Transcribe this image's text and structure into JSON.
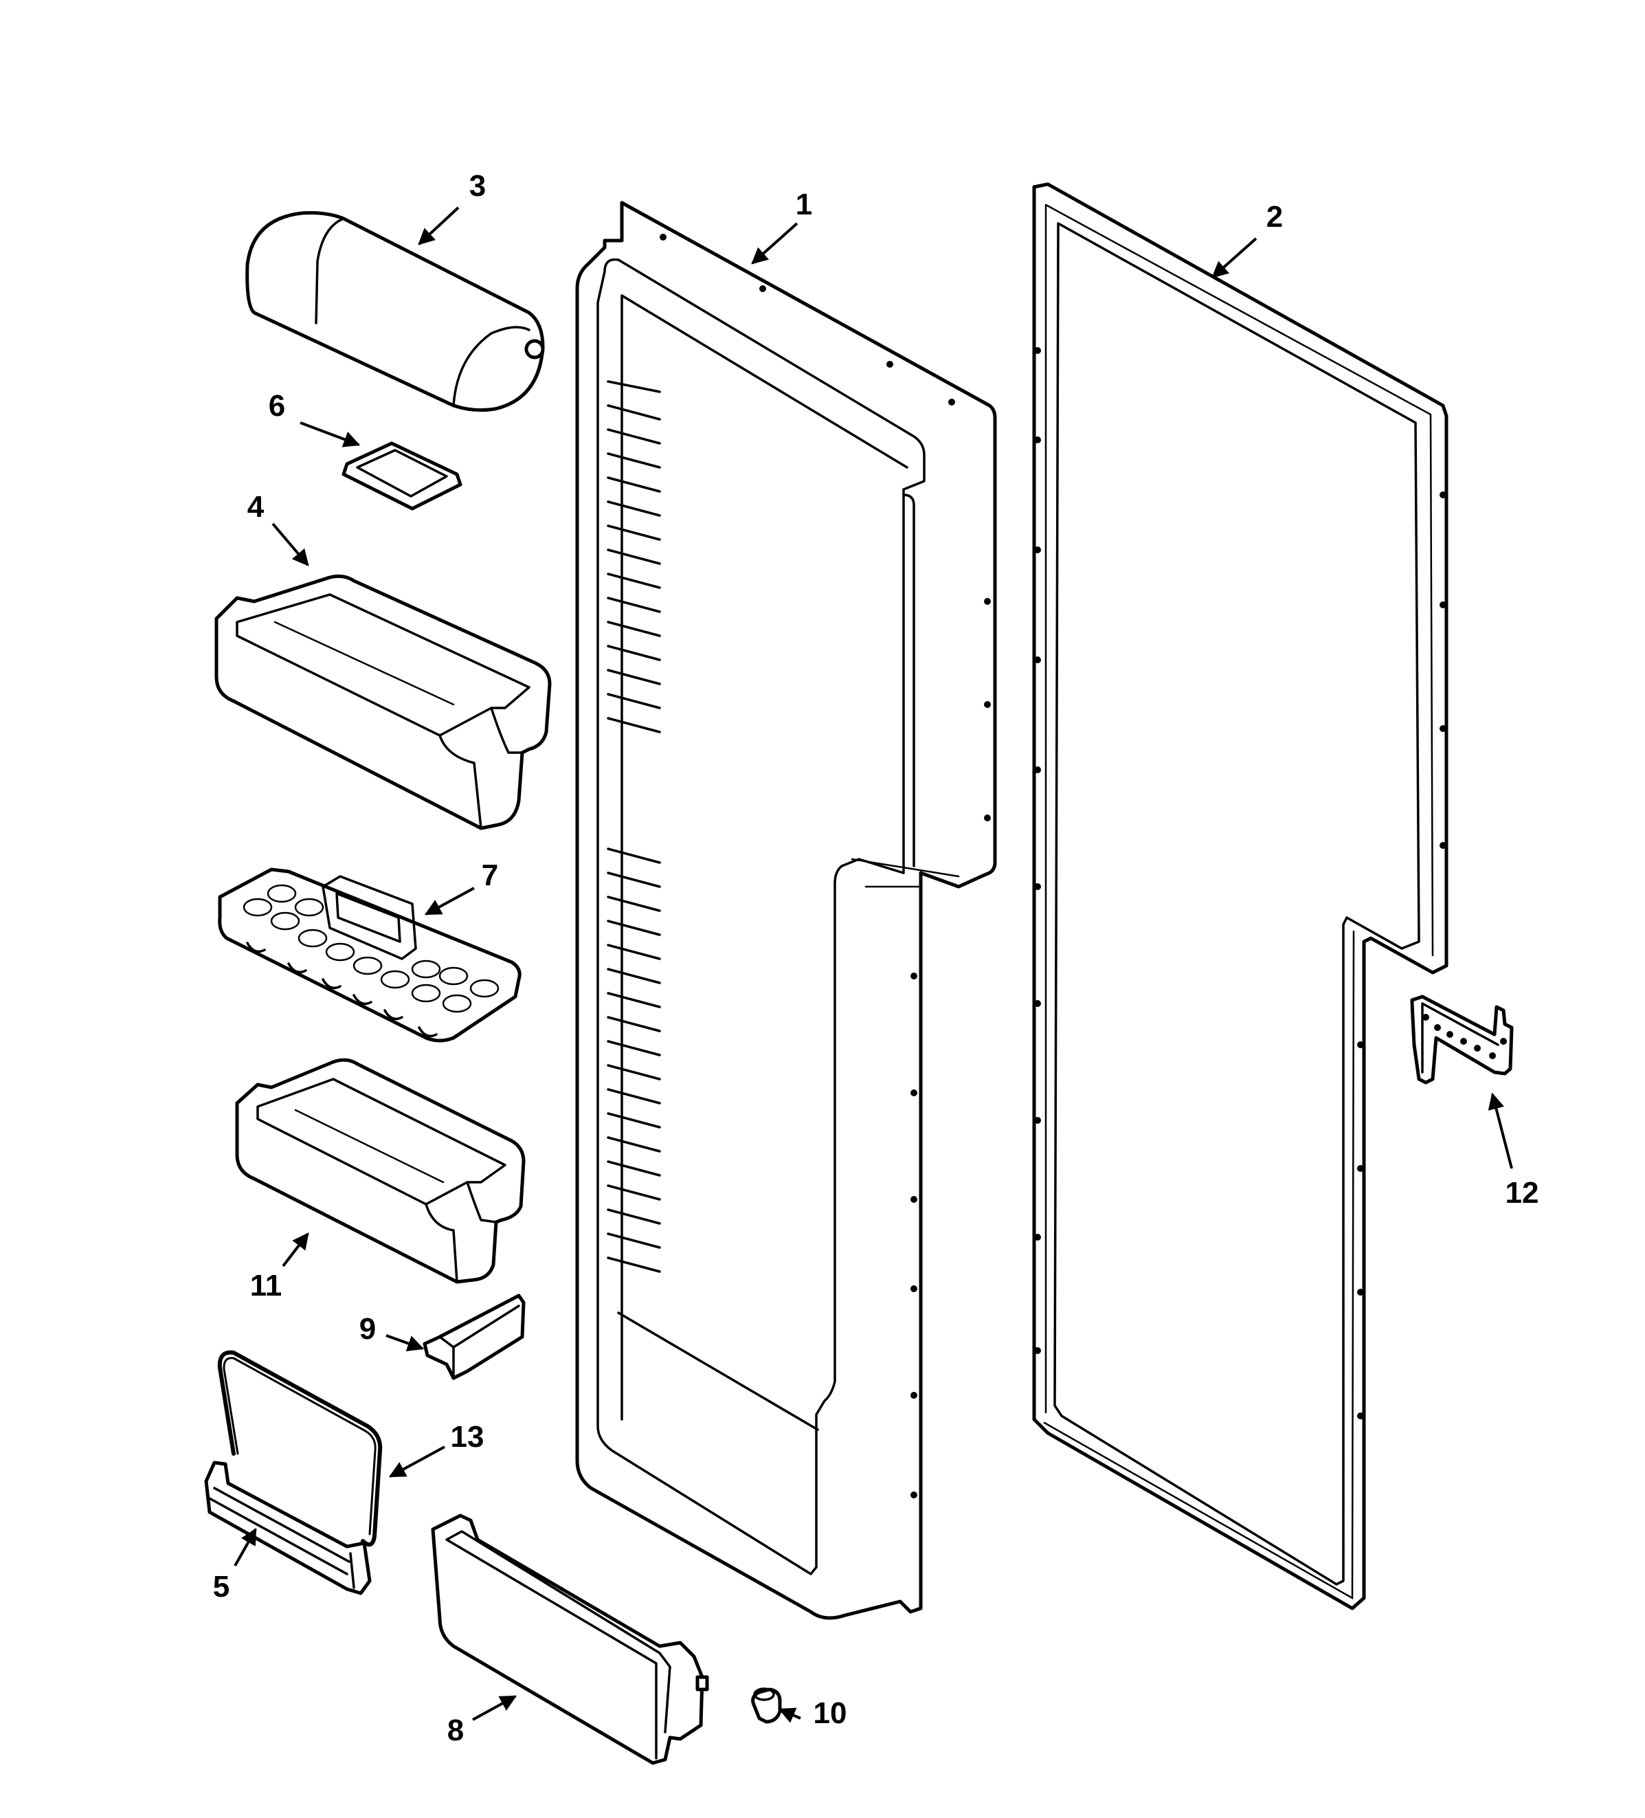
{
  "callouts": [
    {
      "id": "c1",
      "text": "1"
    },
    {
      "id": "c2",
      "text": "2"
    },
    {
      "id": "c3",
      "text": "3"
    },
    {
      "id": "c4",
      "text": "4"
    },
    {
      "id": "c5",
      "text": "5"
    },
    {
      "id": "c6",
      "text": "6"
    },
    {
      "id": "c7",
      "text": "7"
    },
    {
      "id": "c8",
      "text": "8"
    },
    {
      "id": "c9",
      "text": "9"
    },
    {
      "id": "c10",
      "text": "10"
    },
    {
      "id": "c11",
      "text": "11"
    },
    {
      "id": "c12",
      "text": "12"
    },
    {
      "id": "c13",
      "text": "13"
    }
  ],
  "colors": {
    "line": "#000000",
    "background": "#ffffff"
  }
}
